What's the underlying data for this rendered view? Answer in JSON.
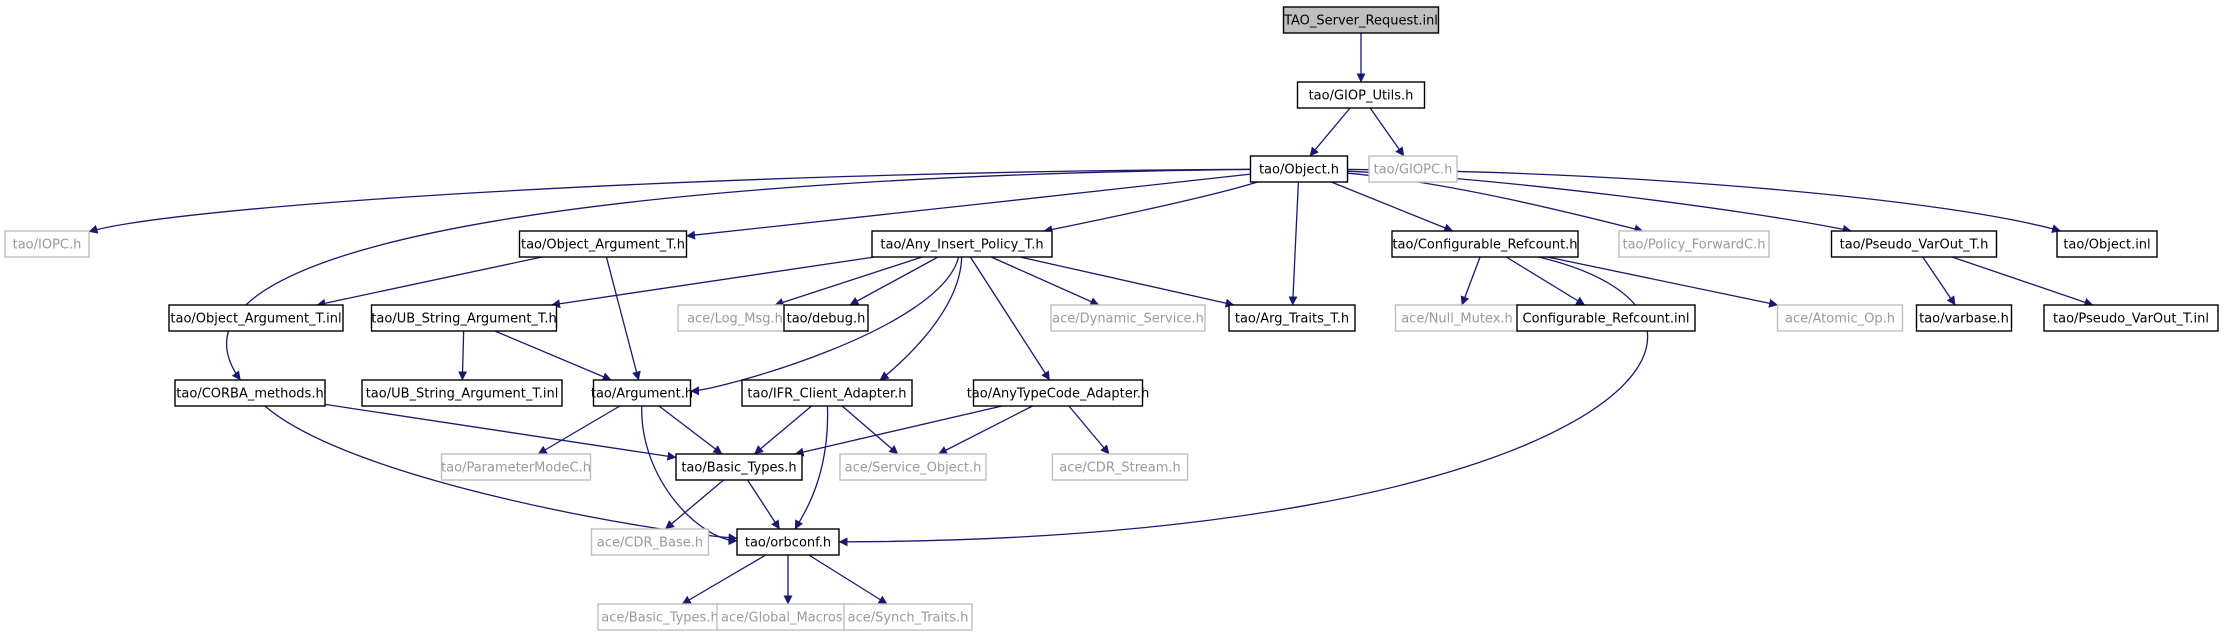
{
  "diagram": {
    "nodes": [
      {
        "id": "n0",
        "label": "TAO_Server_Request.inl",
        "style": "root"
      },
      {
        "id": "n1",
        "label": "tao/GIOP_Utils.h",
        "style": "solid"
      },
      {
        "id": "n2",
        "label": "tao/Object.h",
        "style": "solid"
      },
      {
        "id": "n3",
        "label": "tao/GIOPC.h",
        "style": "missing"
      },
      {
        "id": "n4",
        "label": "tao/IOPC.h",
        "style": "missing"
      },
      {
        "id": "n5",
        "label": "tao/Object_Argument_T.h",
        "style": "solid"
      },
      {
        "id": "n6",
        "label": "tao/Any_Insert_Policy_T.h",
        "style": "solid"
      },
      {
        "id": "n7",
        "label": "tao/Configurable_Refcount.h",
        "style": "solid"
      },
      {
        "id": "n8",
        "label": "tao/Policy_ForwardC.h",
        "style": "missing"
      },
      {
        "id": "n9",
        "label": "tao/Pseudo_VarOut_T.h",
        "style": "solid"
      },
      {
        "id": "n10",
        "label": "tao/Object.inl",
        "style": "solid"
      },
      {
        "id": "n11",
        "label": "tao/Object_Argument_T.inl",
        "style": "solid"
      },
      {
        "id": "n12",
        "label": "tao/UB_String_Argument_T.h",
        "style": "solid"
      },
      {
        "id": "n13",
        "label": "ace/Log_Msg.h",
        "style": "missing"
      },
      {
        "id": "n14",
        "label": "tao/debug.h",
        "style": "solid"
      },
      {
        "id": "n15",
        "label": "ace/Dynamic_Service.h",
        "style": "missing"
      },
      {
        "id": "n16",
        "label": "tao/Arg_Traits_T.h",
        "style": "solid"
      },
      {
        "id": "n17",
        "label": "ace/Null_Mutex.h",
        "style": "missing"
      },
      {
        "id": "n18",
        "label": "Configurable_Refcount.inl",
        "style": "solid"
      },
      {
        "id": "n19",
        "label": "ace/Atomic_Op.h",
        "style": "missing"
      },
      {
        "id": "n20",
        "label": "tao/varbase.h",
        "style": "solid"
      },
      {
        "id": "n21",
        "label": "tao/Pseudo_VarOut_T.inl",
        "style": "solid"
      },
      {
        "id": "n22",
        "label": "tao/CORBA_methods.h",
        "style": "solid"
      },
      {
        "id": "n23",
        "label": "tao/UB_String_Argument_T.inl",
        "style": "solid"
      },
      {
        "id": "n24",
        "label": "tao/Argument.h",
        "style": "solid"
      },
      {
        "id": "n25",
        "label": "tao/IFR_Client_Adapter.h",
        "style": "solid"
      },
      {
        "id": "n26",
        "label": "tao/AnyTypeCode_Adapter.h",
        "style": "solid"
      },
      {
        "id": "n27",
        "label": "tao/ParameterModeC.h",
        "style": "missing"
      },
      {
        "id": "n28",
        "label": "tao/Basic_Types.h",
        "style": "solid"
      },
      {
        "id": "n29",
        "label": "ace/Service_Object.h",
        "style": "missing"
      },
      {
        "id": "n30",
        "label": "ace/CDR_Stream.h",
        "style": "missing"
      },
      {
        "id": "n31",
        "label": "ace/CDR_Base.h",
        "style": "missing"
      },
      {
        "id": "n32",
        "label": "tao/orbconf.h",
        "style": "solid"
      },
      {
        "id": "n33",
        "label": "ace/Basic_Types.h",
        "style": "missing"
      },
      {
        "id": "n34",
        "label": "ace/Global_Macros.h",
        "style": "missing"
      },
      {
        "id": "n35",
        "label": "ace/Synch_Traits.h",
        "style": "missing"
      }
    ],
    "edges": [
      [
        "n0",
        "n1"
      ],
      [
        "n1",
        "n2"
      ],
      [
        "n1",
        "n3"
      ],
      [
        "n2",
        "n4"
      ],
      [
        "n2",
        "n5"
      ],
      [
        "n2",
        "n6"
      ],
      [
        "n2",
        "n7"
      ],
      [
        "n2",
        "n8"
      ],
      [
        "n2",
        "n9"
      ],
      [
        "n2",
        "n10"
      ],
      [
        "n2",
        "n22"
      ],
      [
        "n2",
        "n16"
      ],
      [
        "n5",
        "n11"
      ],
      [
        "n5",
        "n24"
      ],
      [
        "n6",
        "n12"
      ],
      [
        "n6",
        "n13"
      ],
      [
        "n6",
        "n14"
      ],
      [
        "n6",
        "n15"
      ],
      [
        "n6",
        "n16"
      ],
      [
        "n6",
        "n24"
      ],
      [
        "n6",
        "n25"
      ],
      [
        "n6",
        "n26"
      ],
      [
        "n7",
        "n17"
      ],
      [
        "n7",
        "n18"
      ],
      [
        "n7",
        "n19"
      ],
      [
        "n7",
        "n32"
      ],
      [
        "n9",
        "n20"
      ],
      [
        "n9",
        "n21"
      ],
      [
        "n12",
        "n23"
      ],
      [
        "n12",
        "n24"
      ],
      [
        "n22",
        "n28"
      ],
      [
        "n22",
        "n32"
      ],
      [
        "n24",
        "n27"
      ],
      [
        "n24",
        "n28"
      ],
      [
        "n24",
        "n32"
      ],
      [
        "n25",
        "n28"
      ],
      [
        "n25",
        "n29"
      ],
      [
        "n25",
        "n32"
      ],
      [
        "n26",
        "n28"
      ],
      [
        "n26",
        "n29"
      ],
      [
        "n26",
        "n30"
      ],
      [
        "n28",
        "n31"
      ],
      [
        "n28",
        "n32"
      ],
      [
        "n32",
        "n33"
      ],
      [
        "n32",
        "n34"
      ],
      [
        "n32",
        "n35"
      ]
    ],
    "colors": {
      "edge": "#191970",
      "solid_border": "#000000",
      "missing_border": "#bfbfbf",
      "root_fill": "#bfbfbf",
      "missing_text": "#9a9a9a",
      "text": "#000000"
    }
  }
}
